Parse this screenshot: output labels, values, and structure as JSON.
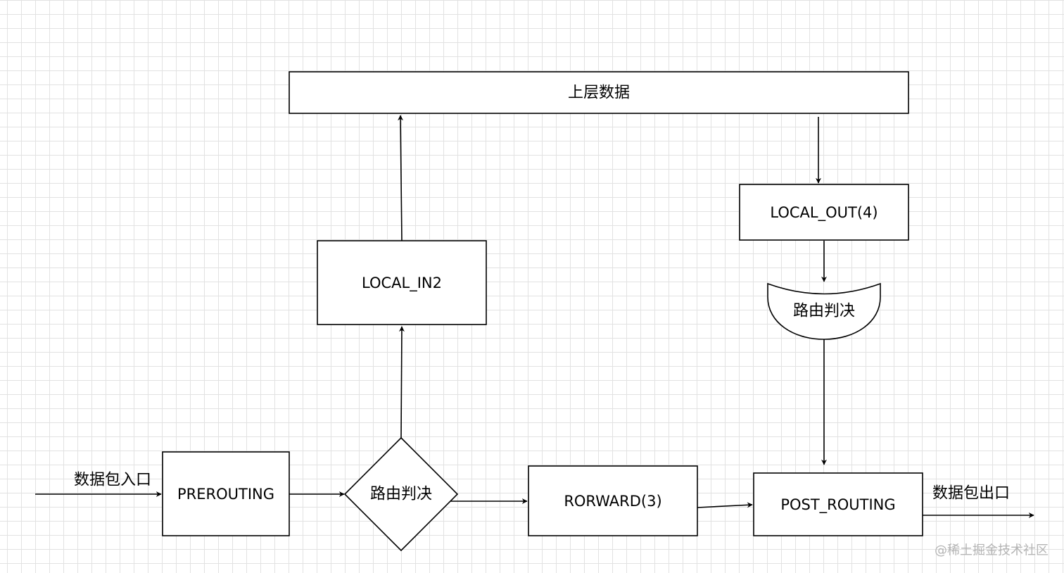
{
  "nodes": {
    "upper_data": "上层数据",
    "local_out": "LOCAL_OUT(4)",
    "local_in": "LOCAL_IN2",
    "route_decision_top": "路由判决",
    "prerouting": "PREROUTING",
    "route_decision_bottom": "路由判决",
    "forward": "RORWARD(3)",
    "post_routing": "POST_ROUTING"
  },
  "edge_labels": {
    "packet_in": "数据包入口",
    "packet_out": "数据包出口"
  },
  "watermark": "@稀土掘金技术社区"
}
